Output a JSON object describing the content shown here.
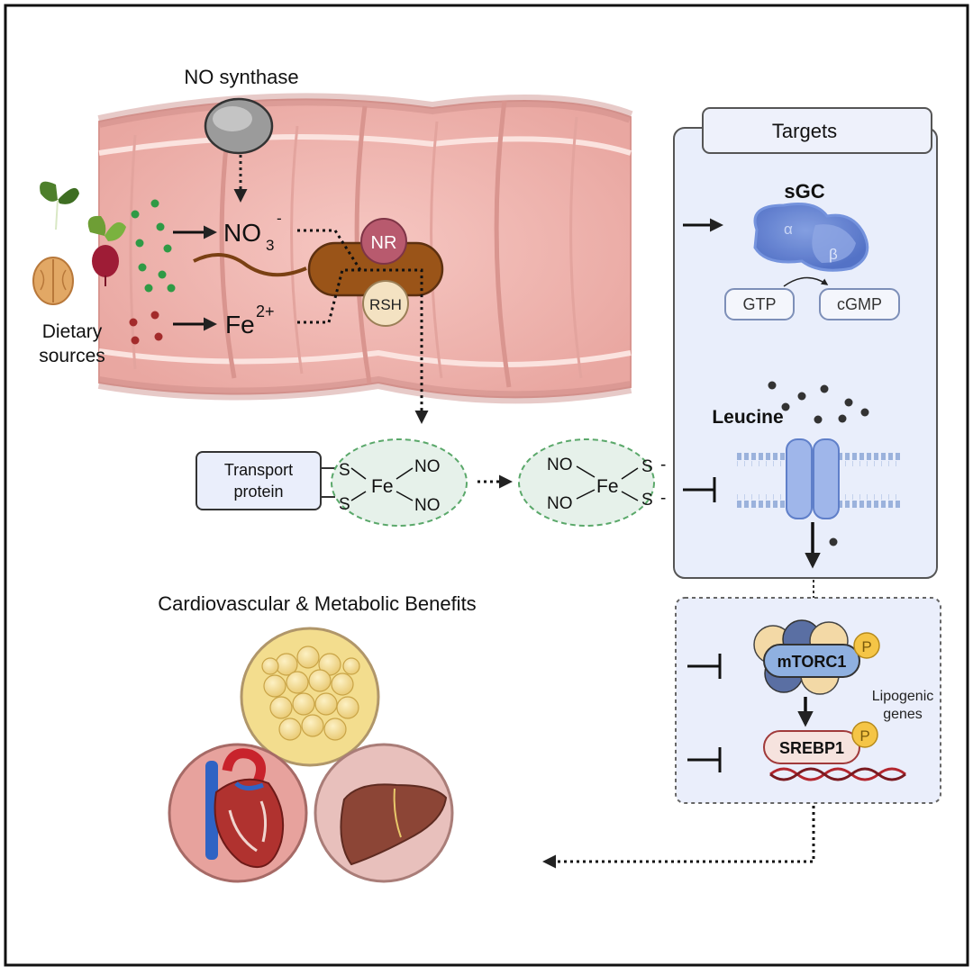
{
  "gut": {
    "no_synthase_label": "NO synthase",
    "dietary_label_line1": "Dietary",
    "dietary_label_line2": "sources",
    "nitrate_label": "NO",
    "nitrate_sub": "3",
    "nitrate_sup": "-",
    "iron_label": "Fe",
    "iron_sup": "2+",
    "nr_label": "NR",
    "rsh_label": "RSH"
  },
  "complex": {
    "transport_line1": "Transport",
    "transport_line2": "protein",
    "s_label": "S",
    "fe_label": "Fe",
    "no_label": "NO",
    "dash_label": "-"
  },
  "targets": {
    "title": "Targets",
    "sgc_label": "sGC",
    "alpha": "α",
    "beta": "β",
    "gtp": "GTP",
    "cgmp": "cGMP",
    "leucine": "Leucine"
  },
  "signaling": {
    "mtorc1": "mTORC1",
    "phospho": "P",
    "srebp1": "SREBP1",
    "lipogenic_line1": "Lipogenic",
    "lipogenic_line2": "genes"
  },
  "benefits": {
    "title": "Cardiovascular & Metabolic Benefits"
  },
  "colors": {
    "gut_pink": "#f2b8b3",
    "gut_fold": "#e7a39d",
    "bacteria": "#9a5418",
    "nr": "#b85a6e",
    "rsh": "#f4e2c2",
    "target_panel": "#e9eefb",
    "sgc": "#5d7ed0",
    "fat": "#f3dd8e",
    "heart_bg": "#e7a29d",
    "liver_bg": "#e8c0bc",
    "liver": "#8c4536"
  }
}
